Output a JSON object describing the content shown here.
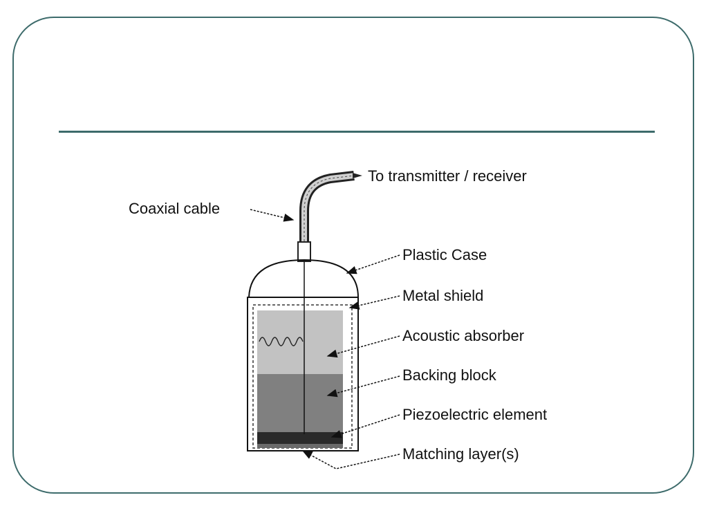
{
  "diagram": {
    "labels": {
      "transmitter": "To transmitter / receiver",
      "coax": "Coaxial cable",
      "plastic_case": "Plastic Case",
      "metal_shield": "Metal shield",
      "acoustic_absorber": "Acoustic absorber",
      "backing_block": "Backing block",
      "piezo": "Piezoelectric element",
      "matching": "Matching layer(s)"
    }
  }
}
